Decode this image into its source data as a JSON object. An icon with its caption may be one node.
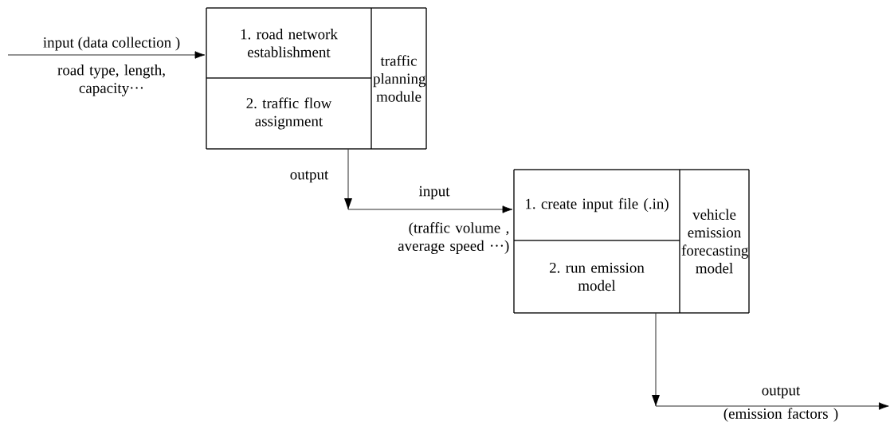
{
  "diagram": {
    "nodes": [
      {
        "text": [],
        "shape": "box"
      },
      {
        "text": [
          "1. road network establishment"
        ],
        "in": 0
      },
      {
        "text": [
          "2. traffic flow assignment"
        ],
        "in": 0
      },
      {
        "text": [
          "traffic planning module"
        ],
        "in": 0
      },
      {
        "text": [],
        "shape": "box"
      },
      {
        "text": [
          "1. create input file (.in)"
        ],
        "in": 4
      },
      {
        "text": [
          "2. run emission model"
        ],
        "in": 4
      },
      {
        "text": [
          "vehicle emission forecasting model"
        ],
        "in": 4
      }
    ],
    "edges": [
      {
        "from": null,
        "to": 0,
        "arrow": "to",
        "label": "input (data collection )"
      },
      {
        "from": 0,
        "to": 4,
        "arrow": "to",
        "label": "input"
      },
      {
        "from": 4,
        "to": null,
        "arrow": "to",
        "label": "output"
      }
    ],
    "labels": [
      "road type, length, capacity···",
      "output",
      "(traffic volume , average speed ···)",
      "(emission factors )"
    ]
  }
}
